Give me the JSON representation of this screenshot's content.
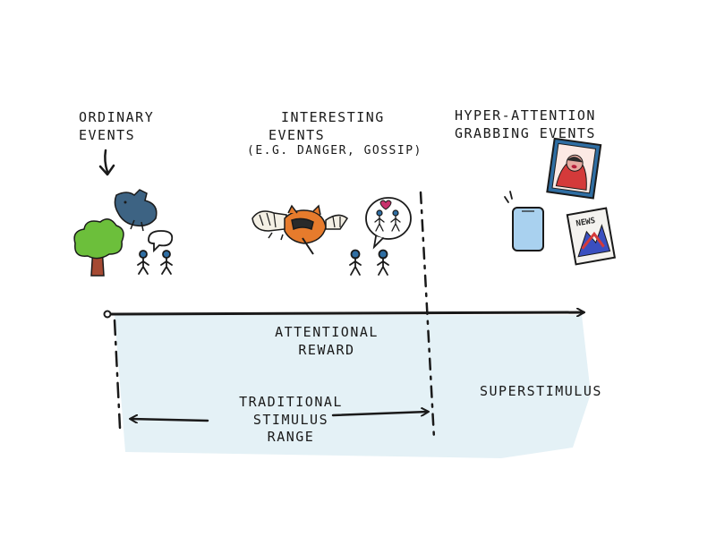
{
  "labels": {
    "ordinary_events": [
      "ORDINARY",
      "EVENTS"
    ],
    "interesting_events": [
      "INTERESTING",
      "EVENTS",
      "(E.G. DANGER, GOSSIP)"
    ],
    "hyper_attention": [
      "HYPER-ATTENTION",
      "GRABBING EVENTS"
    ],
    "attentional_reward": [
      "ATTENTIONAL",
      "REWARD"
    ],
    "traditional_stimulus_range": [
      "TRADITIONAL",
      "STIMULUS",
      "RANGE"
    ],
    "superstimulus": "SUPERSTIMULUS",
    "news_badge": "NEWS"
  },
  "icons": {
    "ordinary": [
      "bird-icon",
      "tree-icon",
      "two-people-chatting-icon"
    ],
    "interesting": [
      "raccoon-icon",
      "gossip-bubble-icon",
      "two-people-icon"
    ],
    "hyper": [
      "smartphone-icon",
      "tabloid-photo-icon",
      "newspaper-icon"
    ]
  },
  "colors": {
    "ink": "#1a1a1a",
    "reward_fill": "#e4f1f6",
    "tree_leaves": "#6cbf3b",
    "tree_trunk": "#a54a33",
    "bird": "#3d6383",
    "people": "#2f6ea3",
    "raccoon_orange": "#e67b2c",
    "heart": "#c8326c",
    "phone": "#a9d1ef",
    "tabloid_red": "#d43a3a",
    "news_blue": "#3a4fc0"
  }
}
